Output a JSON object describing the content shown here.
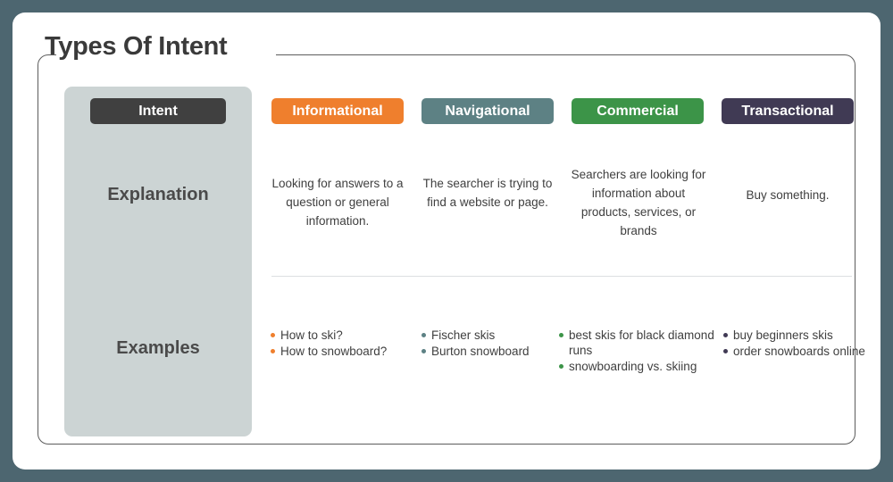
{
  "page": {
    "title": "Types Of Intent",
    "background_color": "#4d6670",
    "card_color": "#ffffff"
  },
  "sidebar": {
    "panel_color": "#ccd4d4",
    "header_badge": {
      "label": "Intent",
      "color": "#404040"
    },
    "row_labels": [
      {
        "label": "Explanation"
      },
      {
        "label": "Examples"
      }
    ]
  },
  "columns": [
    {
      "key": "informational",
      "badge_label": "Informational",
      "color": "#ef7f2d",
      "explanation": "Looking for answers to a question or general information.",
      "examples": [
        "How to ski?",
        "How to snowboard?"
      ]
    },
    {
      "key": "navigational",
      "badge_label": "Navigational",
      "color": "#5d8184",
      "explanation": "The searcher is trying to find a website or page.",
      "examples": [
        "Fischer skis",
        "Burton snowboard"
      ]
    },
    {
      "key": "commercial",
      "badge_label": "Commercial",
      "color": "#3c9448",
      "explanation": "Searchers are looking for information about products, services, or brands",
      "examples": [
        "best skis for black diamond runs",
        "snowboarding vs. skiing"
      ]
    },
    {
      "key": "transactional",
      "badge_label": "Transactional",
      "color": "#403a54",
      "explanation": "Buy something.",
      "examples": [
        "buy beginners skis",
        "order snowboards online"
      ]
    }
  ]
}
